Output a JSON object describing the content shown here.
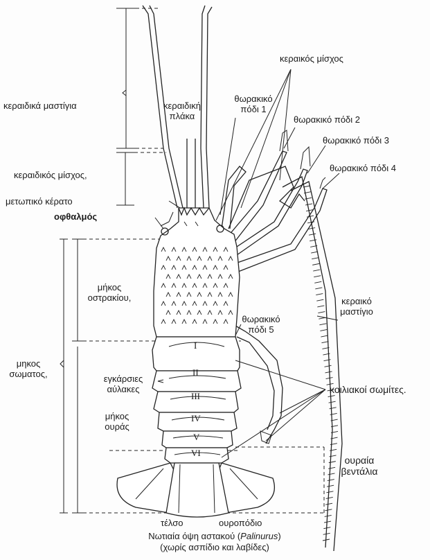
{
  "labels": {
    "antennal_flagella": "κεραιδικά μαστίγια",
    "antennal_plate_l1": "κεραιδική",
    "antennal_plate_l2": "πλάκα",
    "thoracic_leg_1_l1": "θωρακικό",
    "thoracic_leg_1_l2": "πόδι 1",
    "antenna_peduncle_top": "κεραικός μίσχος",
    "thoracic_leg_2": "θωρακικό πόδι 2",
    "thoracic_leg_3": "θωρακικό πόδι 3",
    "thoracic_leg_4": "θωρακικό πόδι 4",
    "antennal_peduncle_left": "κεραιδικός μίσχος,",
    "rostrum": "μετωπικό κέρατο",
    "eye": "οφθαλμός",
    "carapace_length_l1": "μήκος",
    "carapace_length_l2": "οστρακίου,",
    "antenna_flagellum_l1": "κεραικό",
    "antenna_flagellum_l2": "μαστίγιο",
    "thoracic_leg_5_l1": "θωρακικό",
    "thoracic_leg_5_l2": "πόδι 5",
    "body_length_l1": "μηκος",
    "body_length_l2": "σωματος,",
    "transverse_grooves_l1": "εγκάρσιες",
    "transverse_grooves_l2": "αύλακες",
    "abdominal_segments": "κοιλιακοί σωμίτες.",
    "tail_length_l1": "μήκος",
    "tail_length_l2": "ουράς",
    "tail_fan_l1": "ουραία",
    "tail_fan_l2": "βεντάλια",
    "telson": "τέλσο",
    "uropod": "ουροπόδιο"
  },
  "segments": [
    "I",
    "II",
    "III",
    "IV",
    "V",
    "VI"
  ],
  "caption": {
    "line1_prefix": "Νωτιαία όψη αστακού (",
    "line1_genus": "Palinurus",
    "line1_suffix": ")",
    "line2": "(χωρίς ασπίδιο και λαβίδες)"
  }
}
